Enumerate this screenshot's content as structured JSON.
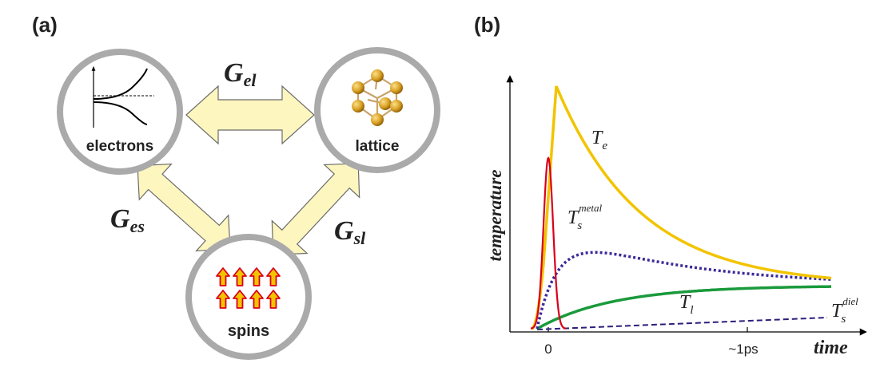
{
  "panel_a": {
    "label": "(a)",
    "nodes": {
      "electrons": "electrons",
      "lattice": "lattice",
      "spins": "spins"
    },
    "couplings": {
      "el": {
        "main": "G",
        "sub": "el"
      },
      "es": {
        "main": "G",
        "sub": "es"
      },
      "sl": {
        "main": "G",
        "sub": "sl"
      }
    },
    "colors": {
      "circle_stroke": "#aaaaaa",
      "arrow_fill": "#fdf6bf",
      "arrow_stroke": "#6b6b6b",
      "spin_arrow_fill": "#f2c400",
      "spin_arrow_stroke": "#d9001b",
      "atom_fill": "#d9a023"
    }
  },
  "panel_b": {
    "label": "(b)",
    "y_axis_label": "temperature",
    "x_axis_label": "time",
    "tick_zero": "0",
    "tick_1ps": "~1ps",
    "curve_labels": {
      "Te": {
        "main": "T",
        "sub": "e"
      },
      "Tl": {
        "main": "T",
        "sub": "l"
      },
      "Ts_metal": {
        "main": "T",
        "sub": "s",
        "sup": "metal"
      },
      "Ts_diel": {
        "main": "T",
        "sub": "s",
        "sup": "diel"
      }
    },
    "colors": {
      "Te": "#f2c400",
      "pulse": "#d9001b",
      "Tl": "#1a9a3c",
      "Ts_metal": "#3a2a9a",
      "Ts_diel": "#2a1f7a"
    }
  }
}
